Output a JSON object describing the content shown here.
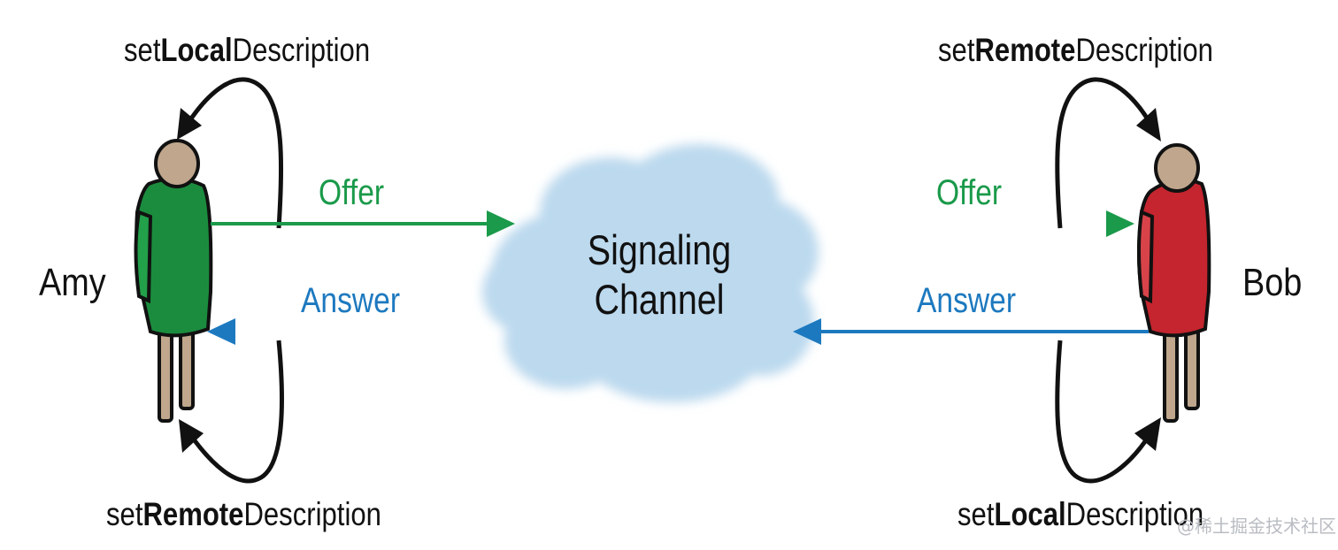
{
  "actors": {
    "left": {
      "name": "Amy",
      "body_color": "#1b8c3e"
    },
    "right": {
      "name": "Bob",
      "body_color": "#c4252e"
    }
  },
  "channel": {
    "line1": "Signaling",
    "line2": "Channel",
    "color": "#bcd9ee"
  },
  "labels": {
    "top_left": {
      "pre": "set",
      "bold": "Local",
      "post": "Description"
    },
    "bottom_left": {
      "pre": "set",
      "bold": "Remote",
      "post": "Description"
    },
    "top_right": {
      "pre": "set",
      "bold": "Remote",
      "post": "Description"
    },
    "bottom_right": {
      "pre": "set",
      "bold": "Local",
      "post": "Description"
    },
    "offer_left": "Offer",
    "offer_right": "Offer",
    "answer_left": "Answer",
    "answer_right": "Answer"
  },
  "colors": {
    "offer": "#1a9a4a",
    "answer": "#1d79bf",
    "skin": "#bfa68c",
    "outline": "#111111"
  },
  "watermark": "@稀土掘金技术社区"
}
